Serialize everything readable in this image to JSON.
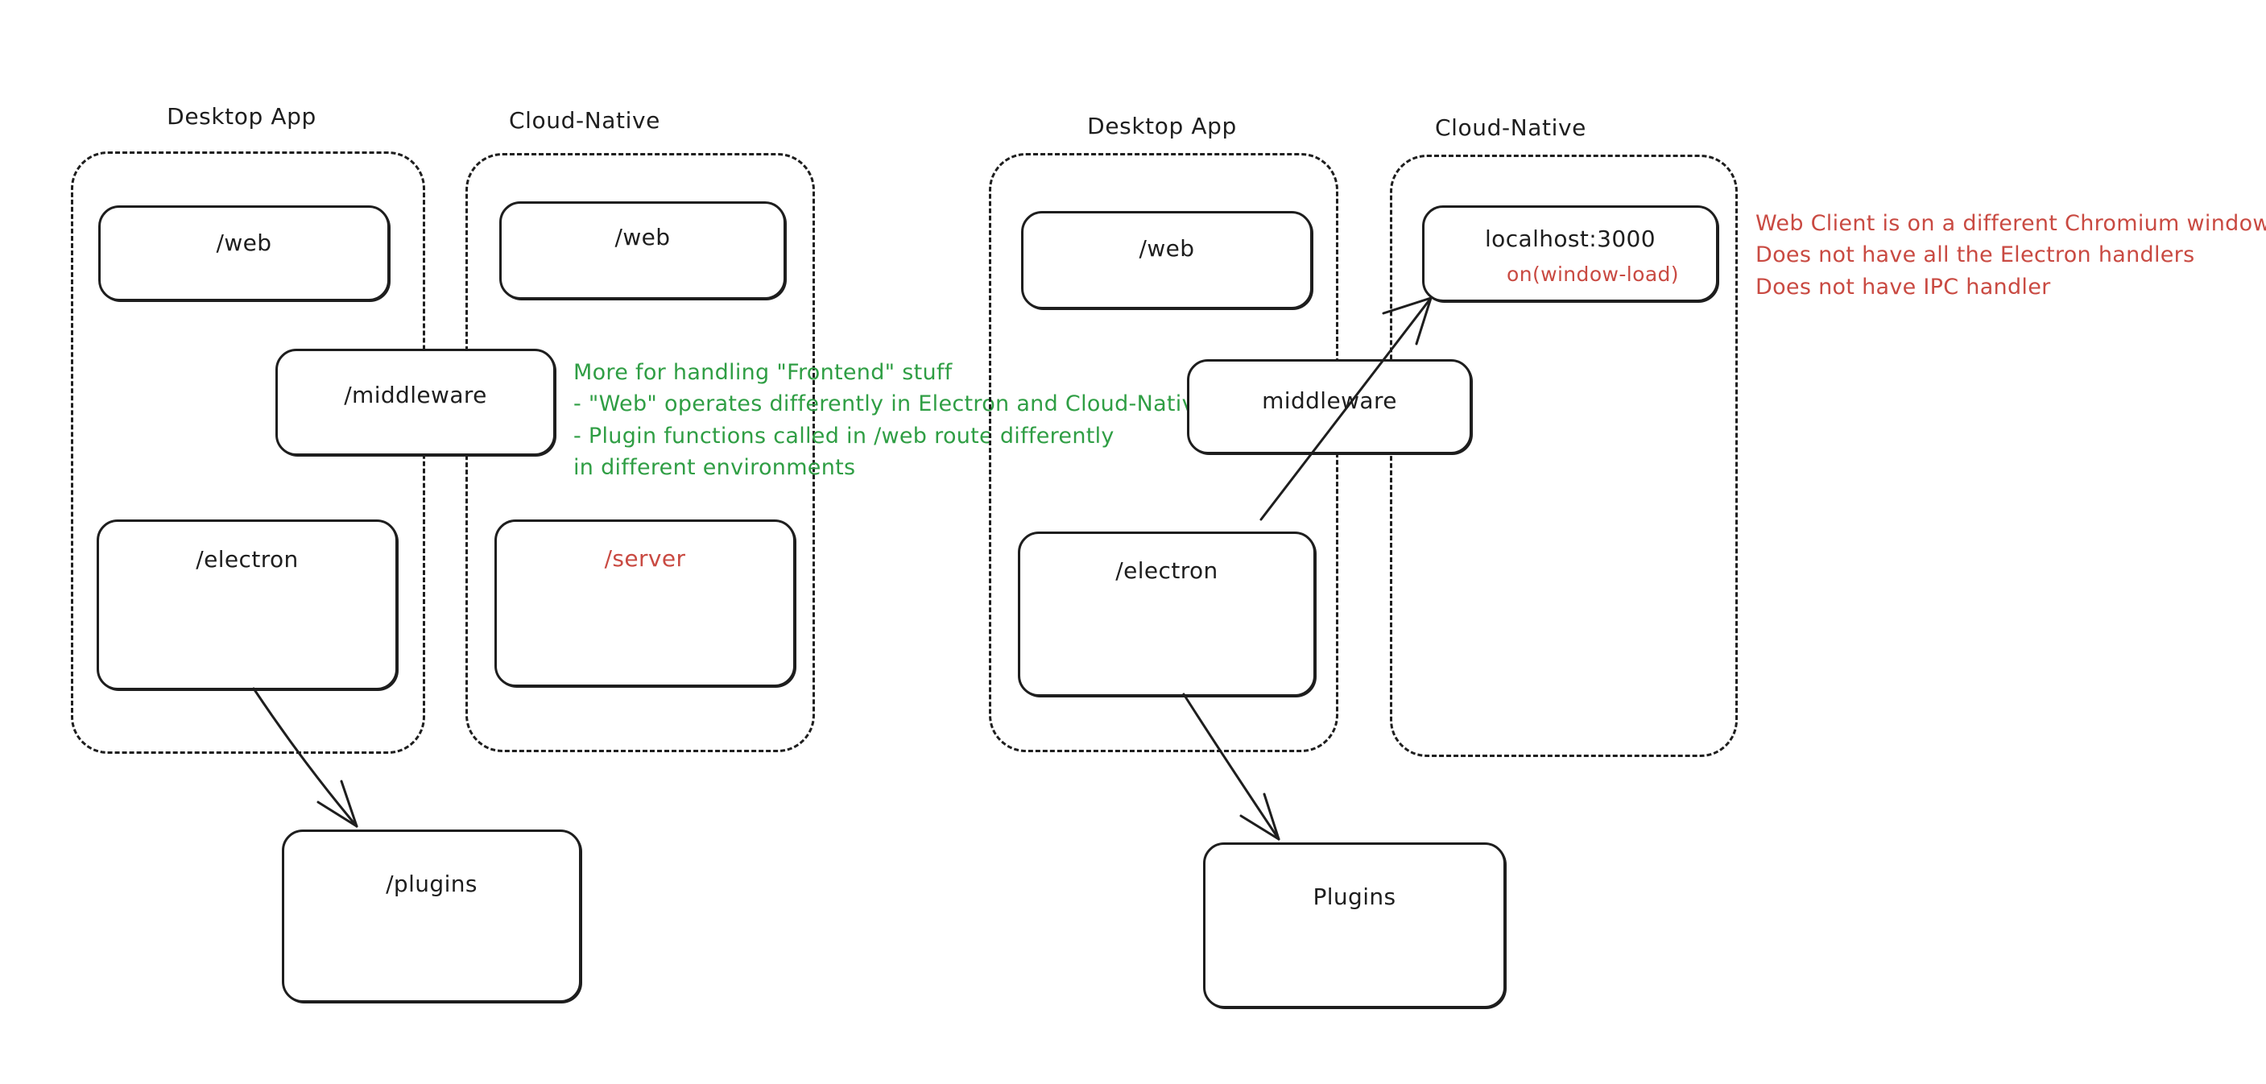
{
  "diagram": {
    "title_left": "Desktop App",
    "title_right": "Cloud-Native",
    "groups": [
      {
        "id": "left-desktop",
        "label": "Desktop App"
      },
      {
        "id": "left-cloud",
        "label": "Cloud-Native"
      },
      {
        "id": "right-desktop",
        "label": "Desktop App"
      },
      {
        "id": "right-cloud",
        "label": "Cloud-Native"
      }
    ],
    "nodes": {
      "left_web_desktop": {
        "label": "/web"
      },
      "left_web_cloud": {
        "label": "/web"
      },
      "left_middleware": {
        "label": "/middleware"
      },
      "left_electron": {
        "label": "/electron"
      },
      "left_server": {
        "label": "/server"
      },
      "left_plugins": {
        "label": "/plugins"
      },
      "right_web_desktop": {
        "label": "/web"
      },
      "right_localhost": {
        "label": "localhost:3000",
        "sub": "on(window-load)"
      },
      "right_middleware": {
        "label": "middleware"
      },
      "right_electron": {
        "label": "/electron"
      },
      "right_plugins": {
        "label": "Plugins"
      }
    },
    "annotations": {
      "green_note": "More for handling \"Frontend\" stuff\n- \"Web\" operates differently in Electron and Cloud-Native\n- Plugin functions called in /web route differently\nin different environments",
      "red_note": "Web Client is on a different Chromium window\nDoes not have all the Electron handlers\nDoes not have IPC handler"
    },
    "colors": {
      "stroke": "#1e1e1e",
      "green": "#2f9e44",
      "red": "#c94a42",
      "background": "#ffffff"
    }
  }
}
